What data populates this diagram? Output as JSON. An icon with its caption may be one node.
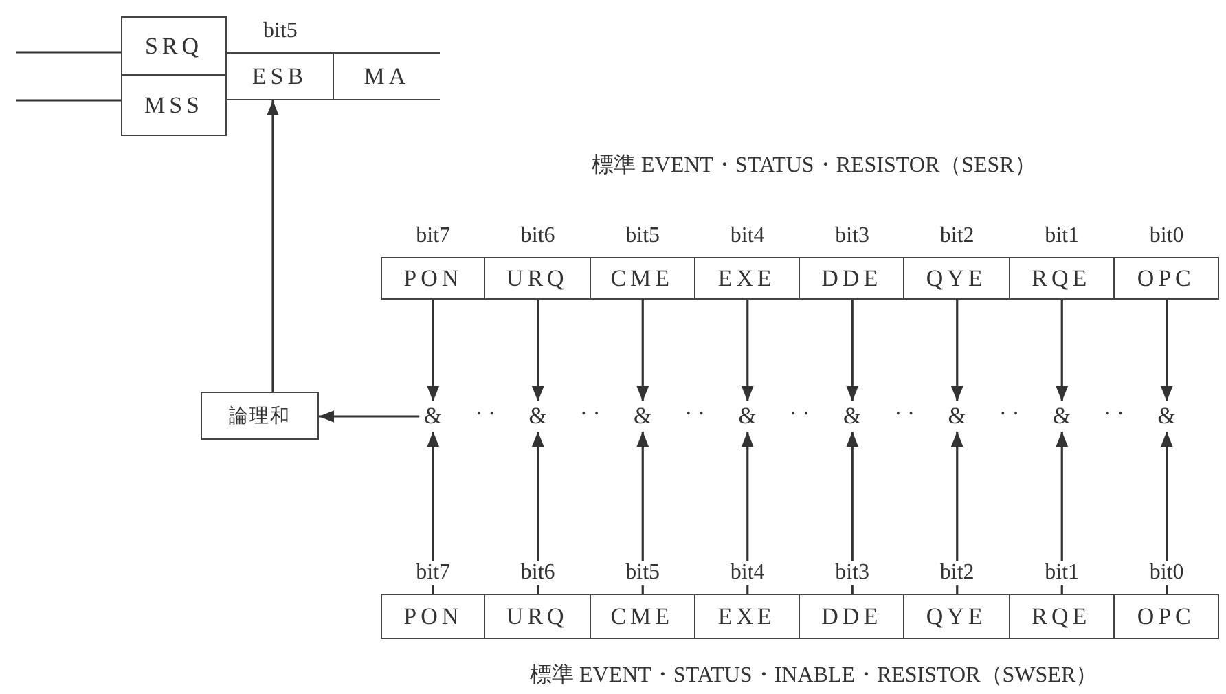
{
  "diagram": {
    "nodes": [
      {
        "text": [
          "SRQ"
        ]
      },
      {
        "text": [
          "MSS"
        ]
      },
      {
        "text": [
          "ESB"
        ],
        "beside": [
          "bit5"
        ]
      },
      {
        "text": [
          "MA"
        ]
      },
      {
        "text": [
          "PON"
        ],
        "beside": [
          "bit7"
        ]
      },
      {
        "text": [
          "URQ"
        ],
        "beside": [
          "bit6"
        ]
      },
      {
        "text": [
          "CME"
        ],
        "beside": [
          "bit5"
        ]
      },
      {
        "text": [
          "EXE"
        ],
        "beside": [
          "bit4"
        ]
      },
      {
        "text": [
          "DDE"
        ],
        "beside": [
          "bit3"
        ]
      },
      {
        "text": [
          "QYE"
        ],
        "beside": [
          "bit2"
        ]
      },
      {
        "text": [
          "RQE"
        ],
        "beside": [
          "bit1"
        ]
      },
      {
        "text": [
          "OPC"
        ],
        "beside": [
          "bit0"
        ]
      },
      {
        "text": [
          "論理和"
        ]
      },
      {
        "text": [
          "&"
        ]
      },
      {
        "text": [
          "&"
        ]
      },
      {
        "text": [
          "&"
        ]
      },
      {
        "text": [
          "&"
        ]
      },
      {
        "text": [
          "&"
        ]
      },
      {
        "text": [
          "&"
        ]
      },
      {
        "text": [
          "&"
        ]
      },
      {
        "text": [
          "&"
        ]
      },
      {
        "text": [
          "PON"
        ],
        "beside": [
          "bit7"
        ]
      },
      {
        "text": [
          "URQ"
        ],
        "beside": [
          "bit6"
        ]
      },
      {
        "text": [
          "CME"
        ],
        "beside": [
          "bit5"
        ]
      },
      {
        "text": [
          "EXE"
        ],
        "beside": [
          "bit4"
        ]
      },
      {
        "text": [
          "DDE"
        ],
        "beside": [
          "bit3"
        ]
      },
      {
        "text": [
          "QYE"
        ],
        "beside": [
          "bit2"
        ]
      },
      {
        "text": [
          "RQE"
        ],
        "beside": [
          "bit1"
        ]
      },
      {
        "text": [
          "OPC"
        ],
        "beside": [
          "bit0"
        ]
      }
    ],
    "edges": [
      {
        "from": null,
        "to": 0,
        "arrow": "none"
      },
      {
        "from": null,
        "to": 1,
        "arrow": "none"
      },
      {
        "from": 12,
        "to": 2,
        "arrow": "to"
      },
      {
        "from": 13,
        "to": 12,
        "arrow": "to"
      },
      {
        "from": 4,
        "to": 13,
        "arrow": "to"
      },
      {
        "from": 5,
        "to": 14,
        "arrow": "to"
      },
      {
        "from": 6,
        "to": 15,
        "arrow": "to"
      },
      {
        "from": 7,
        "to": 16,
        "arrow": "to"
      },
      {
        "from": 8,
        "to": 17,
        "arrow": "to"
      },
      {
        "from": 9,
        "to": 18,
        "arrow": "to"
      },
      {
        "from": 10,
        "to": 19,
        "arrow": "to"
      },
      {
        "from": 11,
        "to": 20,
        "arrow": "to"
      },
      {
        "from": 21,
        "to": 13,
        "arrow": "to"
      },
      {
        "from": 22,
        "to": 14,
        "arrow": "to"
      },
      {
        "from": 23,
        "to": 15,
        "arrow": "to"
      },
      {
        "from": 24,
        "to": 16,
        "arrow": "to"
      },
      {
        "from": 25,
        "to": 17,
        "arrow": "to"
      },
      {
        "from": 26,
        "to": 18,
        "arrow": "to"
      },
      {
        "from": 27,
        "to": 19,
        "arrow": "to"
      },
      {
        "from": 28,
        "to": 20,
        "arrow": "to"
      }
    ],
    "labels": [
      "標準 EVENT・STATUS・RESISTOR（SESR）",
      "· ·",
      "· ·",
      "· ·",
      "· ·",
      "· ·",
      "· ·",
      "· ·",
      "標準 EVENT・STATUS・INABLE・RESISTOR（SWSER）"
    ]
  }
}
